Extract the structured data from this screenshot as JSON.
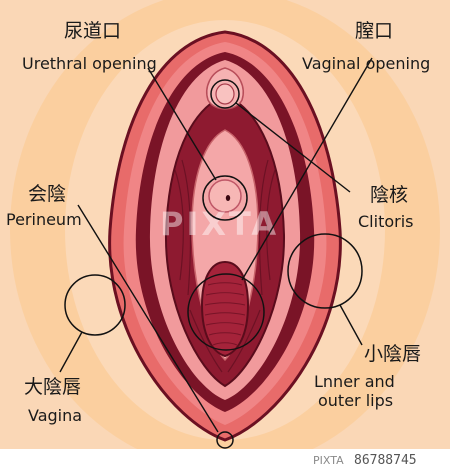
{
  "labels": {
    "urethral_jp": "尿道口",
    "urethral_en": "Urethral opening",
    "vaginal_jp": "膣口",
    "vaginal_en": "Vaginal opening",
    "perineum_jp": "会陰",
    "perineum_en": "Perineum",
    "clitoris_jp": "陰核",
    "clitoris_en": "Clitoris",
    "labia_minora_jp": "小陰唇",
    "labia_minora_en_1": "Lnner and",
    "labia_minora_en_2": "outer lips",
    "labia_majora_jp": "大陰唇",
    "labia_majora_en": "Vagina"
  },
  "watermark": {
    "text": "PIXTA",
    "site": "PIXTA",
    "id": "86788745"
  },
  "colors": {
    "background": "#fad7b6",
    "outer_lip": "#ea6f6d",
    "outer_dark": "#8c1d2e",
    "inner_pink": "#f2a0a3",
    "deep_red": "#7b1428",
    "line": "#111111"
  }
}
